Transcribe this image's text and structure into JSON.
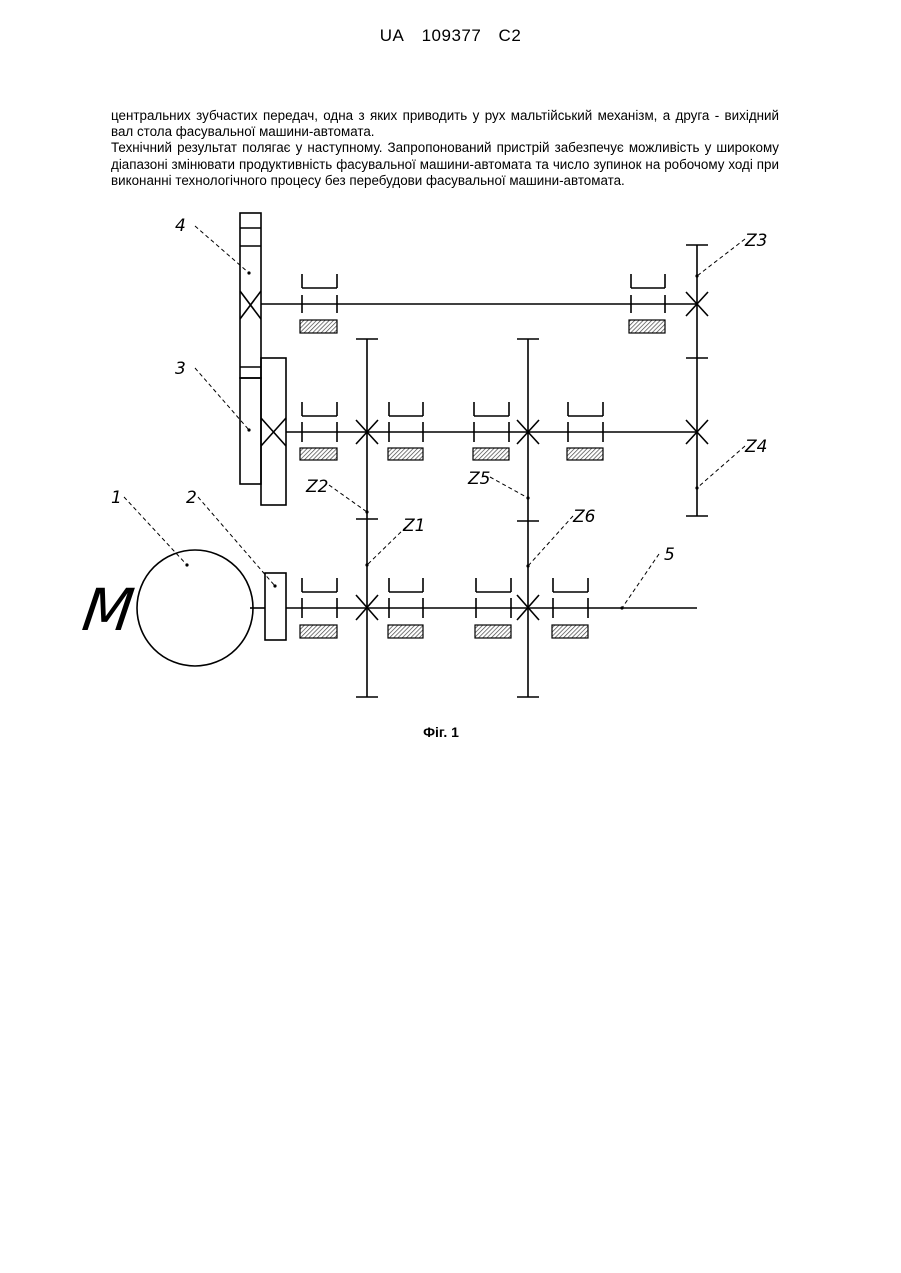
{
  "header": {
    "country": "UA",
    "number": "109377",
    "kind": "C2"
  },
  "paragraphs": [
    "центральних зубчастих передач, одна з яких приводить у рух мальтійський механізм, а друга - вихідний вал стола фасувальної машини-автомата.",
    "Технічний результат полягає у наступному. Запропонований пристрій забезпечує можливість у широкому діапазоні змінювати продуктивність фасувальної машини-автомата та число зупинок на робочому ході при виконанні технологічного процесу без перебудови фасувальної машини-автомата."
  ],
  "figure": {
    "labels": {
      "l1": "1",
      "l2": "2",
      "l3": "3",
      "l4": "4",
      "l5": "5",
      "z1": "Z1",
      "z2": "Z2",
      "z3": "Z3",
      "z4": "Z4",
      "z5": "Z5",
      "z6": "Z6",
      "motor": "M"
    },
    "caption": "Фіг. 1"
  }
}
